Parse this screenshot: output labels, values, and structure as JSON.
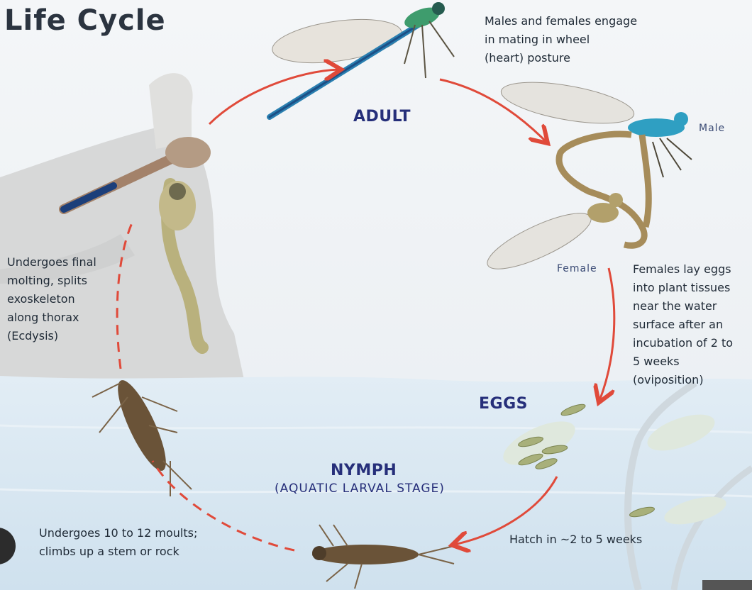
{
  "title": "Life Cycle",
  "stages": {
    "adult": "ADULT",
    "eggs": "EGGS",
    "nymph": "NYMPH",
    "nymph_sub": "(AQUATIC LARVAL STAGE)"
  },
  "labels": {
    "male": "Male",
    "female": "Female"
  },
  "notes": {
    "mating": [
      "Males and females engage",
      "in mating in wheel",
      "(heart) posture"
    ],
    "oviposition": [
      "Females lay eggs",
      "into plant tissues",
      "near the water",
      "surface after an",
      "incubation of 2 to",
      "5 weeks",
      "(oviposition)"
    ],
    "hatch": "Hatch in ~2 to 5 weeks",
    "moults": [
      "Undergoes 10 to 12 moults;",
      "climbs up a stem or rock"
    ],
    "ecdysis": [
      "Undergoes final",
      "molting, splits",
      "exoskeleton",
      "along thorax",
      "(Ecdysis)"
    ]
  },
  "colors": {
    "arrow": "#e04a3a",
    "stage_text": "#262f7a",
    "water": "#d6e6f1"
  }
}
